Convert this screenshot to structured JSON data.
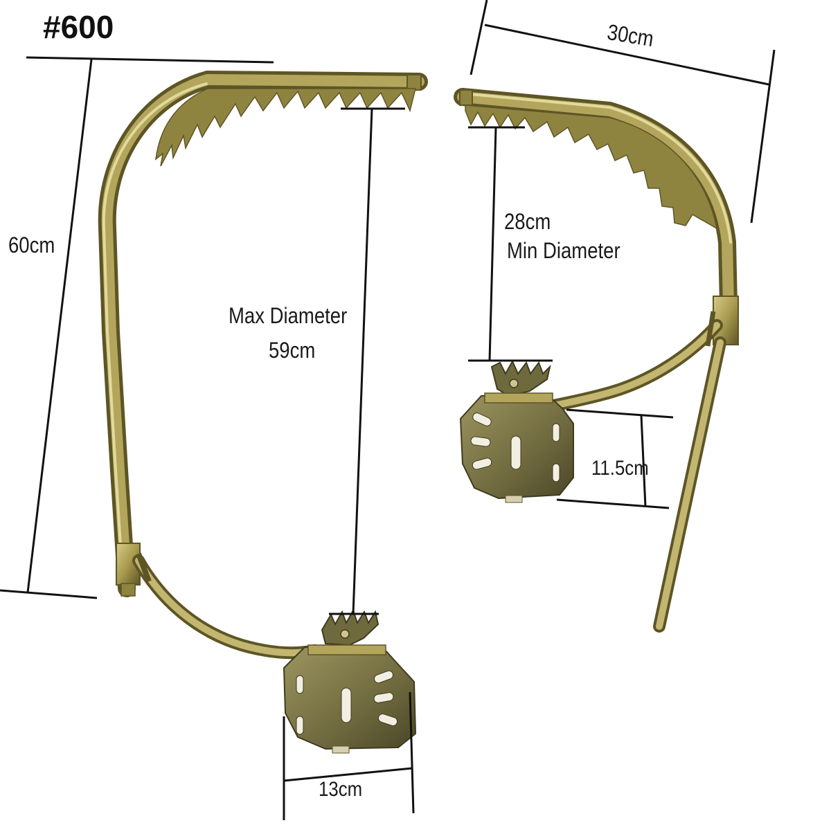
{
  "model": "#600",
  "dimensions": {
    "height": "60cm",
    "width": "30cm",
    "max_diameter_label": "Max Diameter",
    "max_diameter_value": "59cm",
    "min_diameter_value": "28cm",
    "min_diameter_label": "Min Diameter",
    "pedal_height": "11.5cm",
    "pedal_width": "13cm"
  },
  "colors": {
    "metal": "#a89a4e",
    "metal_dark": "#5e5526",
    "metal_light": "#d6cc8a",
    "teeth": "#8e8440",
    "plate": "#6f6a3e",
    "line": "#111111"
  }
}
